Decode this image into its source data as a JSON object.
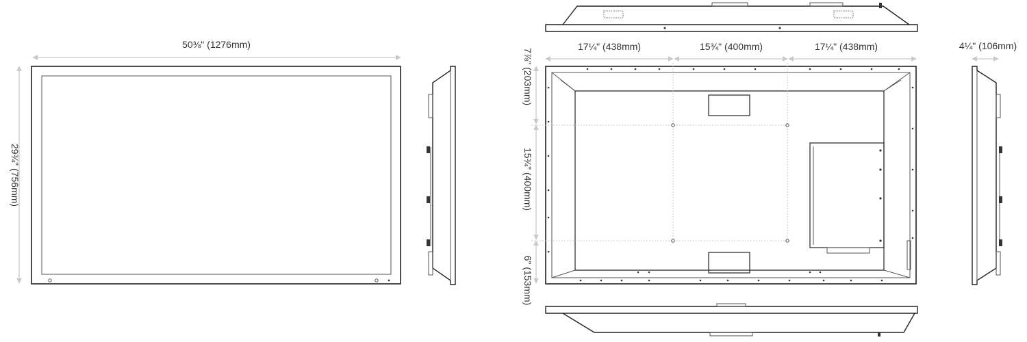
{
  "front_view": {
    "width_label": "50⅜\" (1276mm)",
    "height_label": "29¾\" (756mm)"
  },
  "rear_view": {
    "top_dims": [
      "17¼\" (438mm)",
      "15¾\" (400mm)",
      "17¼\" (438mm)"
    ],
    "left_dims": [
      "7⅞\" (203mm)",
      "15¾\" (400mm)",
      "6\" (153mm)"
    ]
  },
  "side_view": {
    "depth_label": "4¼\" (106mm)"
  },
  "colors": {
    "outline": "#222222",
    "dimension_line": "#c9c9c9",
    "text": "#333333"
  }
}
